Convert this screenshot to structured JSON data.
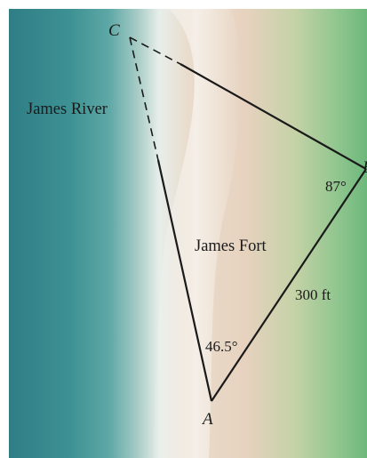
{
  "figure": {
    "vertices": {
      "a": "A",
      "b": "B",
      "c": "C"
    },
    "regions": {
      "river": "James River",
      "fort": "James Fort"
    },
    "measurements": {
      "angle_a": "46.5°",
      "angle_b": "87°",
      "side_ab": "300 ft"
    },
    "colors": {
      "water": "#3f8f92",
      "sand": "#e6d6c6",
      "land": "#7fc08a",
      "line": "#1a1a1a"
    }
  }
}
